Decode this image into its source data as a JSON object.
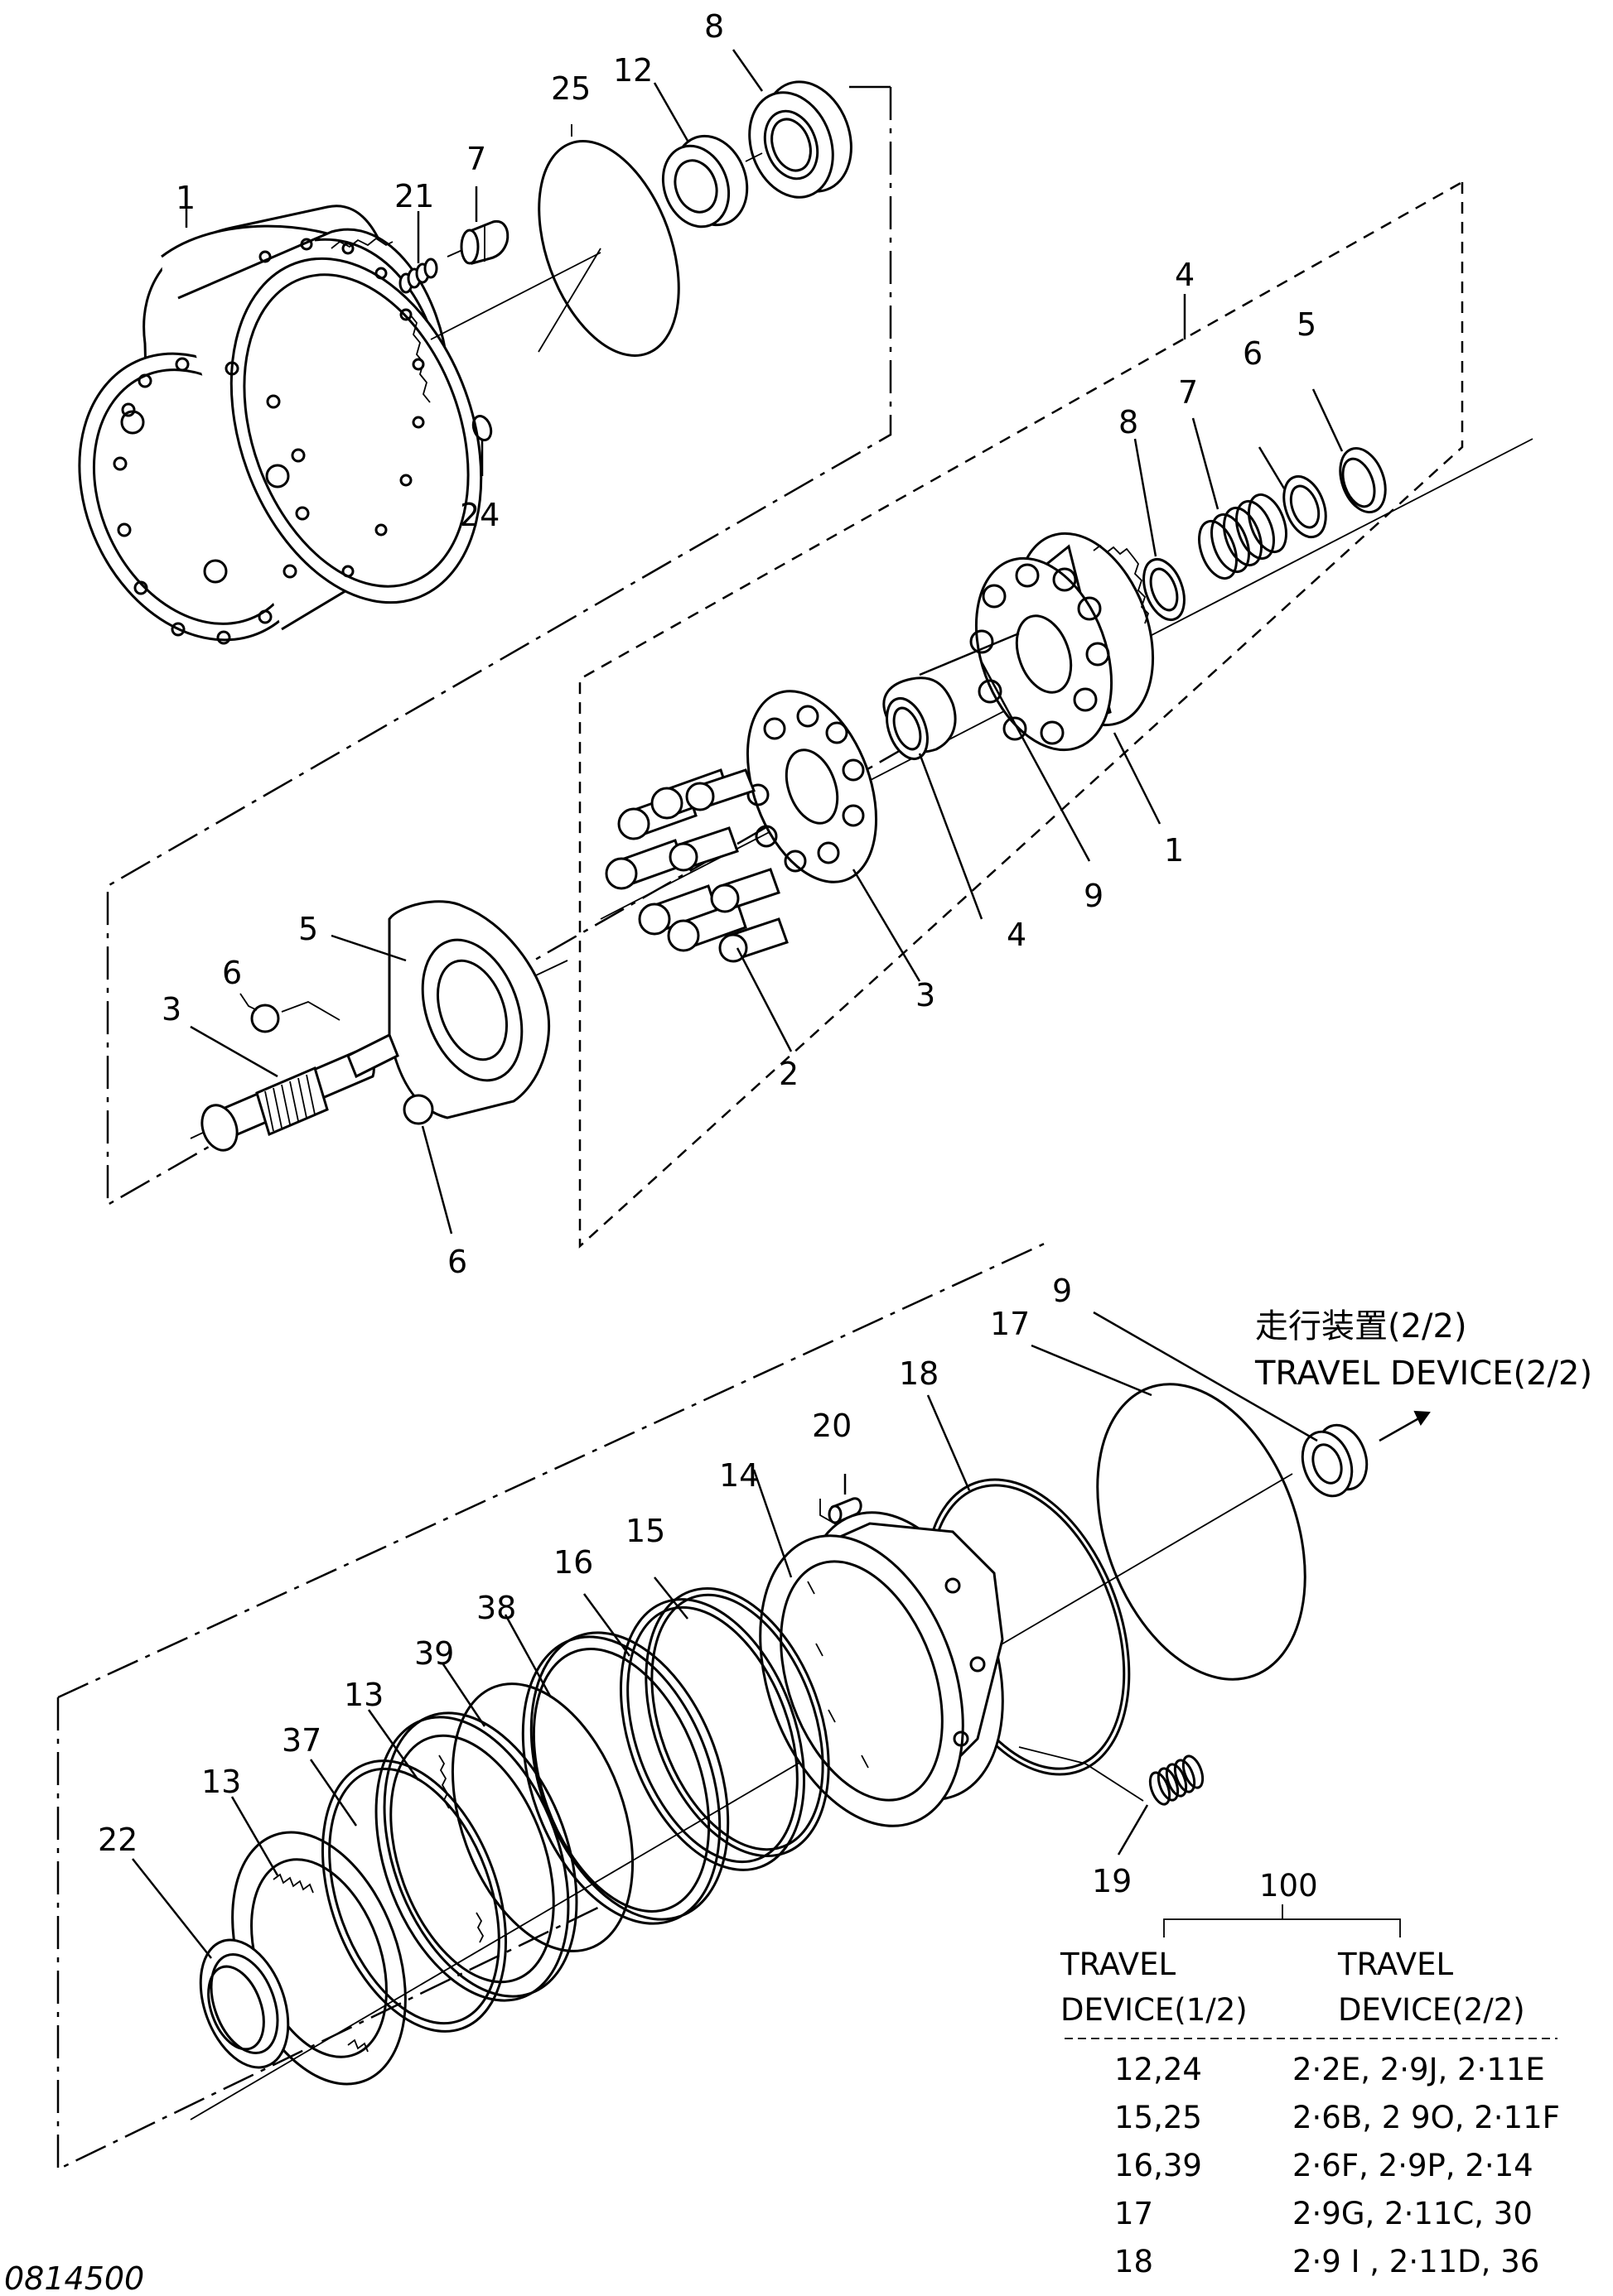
{
  "callouts": {
    "p1": "1",
    "p21": "21",
    "p7": "7",
    "p25": "25",
    "p12": "12",
    "p8": "8",
    "p24": "24",
    "grp4": "4",
    "g8": "8",
    "g7": "7",
    "g6": "6",
    "g5": "5",
    "g1": "1",
    "g9": "9",
    "g4": "4",
    "g3": "3",
    "g2": "2",
    "s5": "5",
    "s6a": "6",
    "s3": "3",
    "s6b": "6",
    "b9": "9",
    "b17": "17",
    "b18": "18",
    "b20": "20",
    "b14": "14",
    "b15": "15",
    "b16": "16",
    "b38": "38",
    "b39": "39",
    "b13a": "13",
    "b37": "37",
    "b13b": "13",
    "b22": "22",
    "b19": "19"
  },
  "arrow_label": {
    "jp": "走行装置(2/2)",
    "en": "TRAVEL DEVICE(2/2)"
  },
  "ref_table": {
    "group_number": "100",
    "col1_line1": "TRAVEL",
    "col1_line2": "DEVICE(1/2)",
    "col2_line1": "TRAVEL",
    "col2_line2": "DEVICE(2/2)",
    "rows": [
      {
        "part": "12,24",
        "refs": "2·2E, 2·9J,   2·11E"
      },
      {
        "part": "15,25",
        "refs": "2·6B, 2 9O,  2·11F"
      },
      {
        "part": "16,39",
        "refs": "2·6F, 2·9P,   2·14"
      },
      {
        "part": "17",
        "refs": "2·9G, 2·11C, 30"
      },
      {
        "part": "18",
        "refs": "2·9 I , 2·11D, 36"
      }
    ]
  },
  "drawing_code": "0814500"
}
